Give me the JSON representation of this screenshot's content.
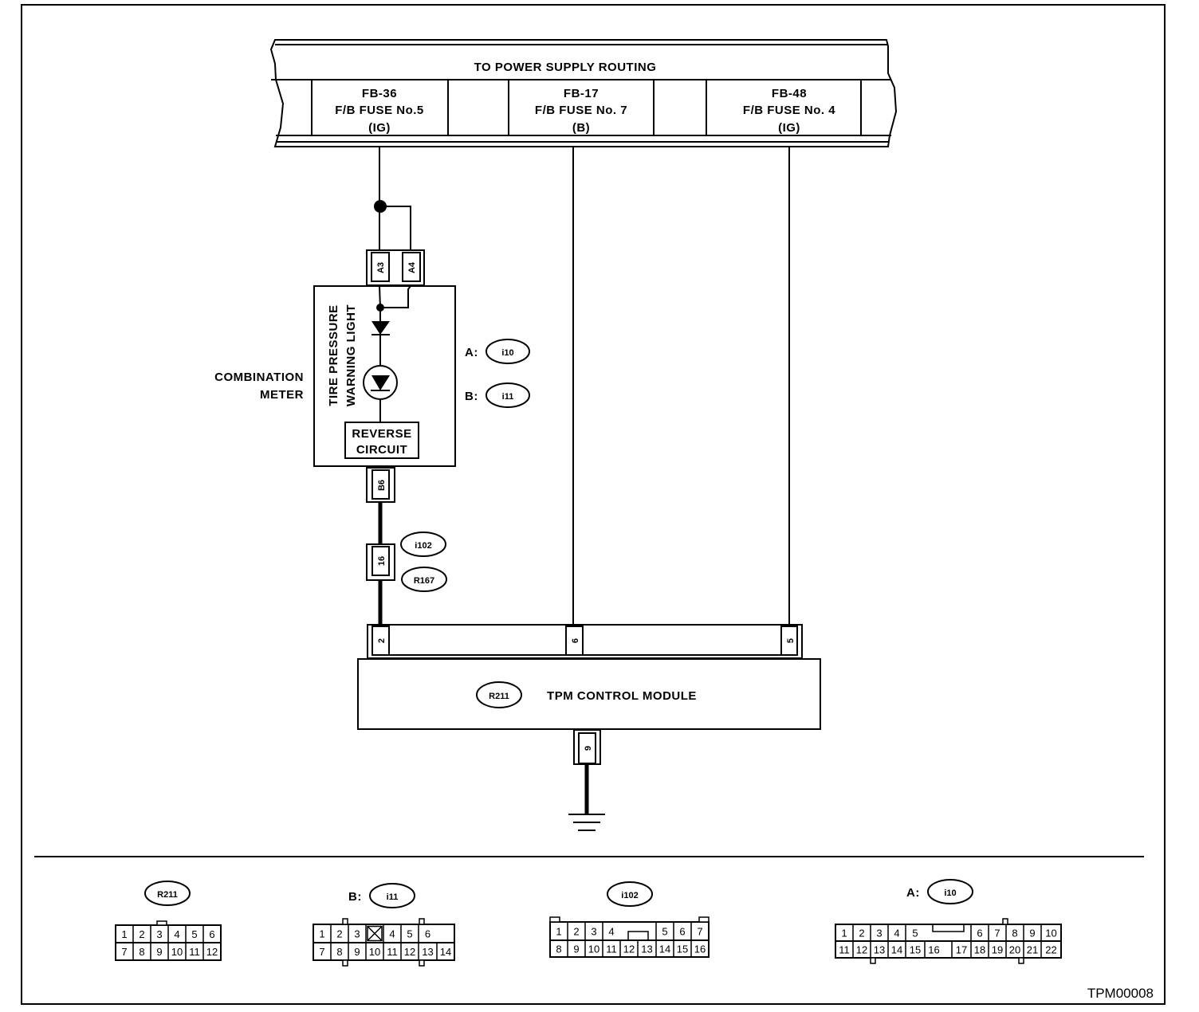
{
  "power_supply": {
    "title": "TO POWER SUPPLY ROUTING",
    "fuses": [
      {
        "id": "FB-36",
        "name": "F/B FUSE No.5",
        "mode": "(IG)"
      },
      {
        "id": "FB-17",
        "name": "F/B FUSE No. 7",
        "mode": "(B)"
      },
      {
        "id": "FB-48",
        "name": "F/B FUSE No. 4",
        "mode": "(IG)"
      }
    ]
  },
  "combination_meter": {
    "label_line1": "COMBINATION",
    "label_line2": "METER",
    "pins": [
      "A3",
      "A4",
      "B6"
    ],
    "warning_light_line1": "TIRE PRESSURE",
    "warning_light_line2": "WARNING LIGHT",
    "reverse_line1": "REVERSE",
    "reverse_line2": "CIRCUIT",
    "connector_a_prefix": "A:",
    "connector_a": "i10",
    "connector_b_prefix": "B:",
    "connector_b": "i11"
  },
  "joint": {
    "pin": "16",
    "connectors": [
      "i102",
      "R167"
    ]
  },
  "tpm_module": {
    "connector": "R211",
    "name": "TPM CONTROL MODULE",
    "pins": [
      "2",
      "6",
      "5"
    ],
    "ground_pin": "9"
  },
  "connector_views": {
    "R211": {
      "rows": [
        [
          "1",
          "2",
          "3",
          "4",
          "5",
          "6"
        ],
        [
          "7",
          "8",
          "9",
          "10",
          "11",
          "12"
        ]
      ]
    },
    "i11": {
      "prefix": "B:",
      "rows": [
        [
          "1",
          "2",
          "3",
          "",
          "4",
          "5",
          "6"
        ],
        [
          "7",
          "8",
          "9",
          "10",
          "11",
          "12",
          "13",
          "14"
        ]
      ]
    },
    "i102": {
      "rows": [
        [
          "1",
          "2",
          "3",
          "4",
          "",
          "5",
          "6",
          "7"
        ],
        [
          "8",
          "9",
          "10",
          "11",
          "12",
          "13",
          "14",
          "15",
          "16"
        ]
      ]
    },
    "i10": {
      "prefix": "A:",
      "rows": [
        [
          "1",
          "2",
          "3",
          "4",
          "5",
          "",
          "6",
          "7",
          "8",
          "9",
          "10"
        ],
        [
          "11",
          "12",
          "13",
          "14",
          "15",
          "16",
          "",
          "17",
          "18",
          "19",
          "20",
          "21",
          "22"
        ]
      ]
    }
  },
  "figure_code": "TPM00008"
}
